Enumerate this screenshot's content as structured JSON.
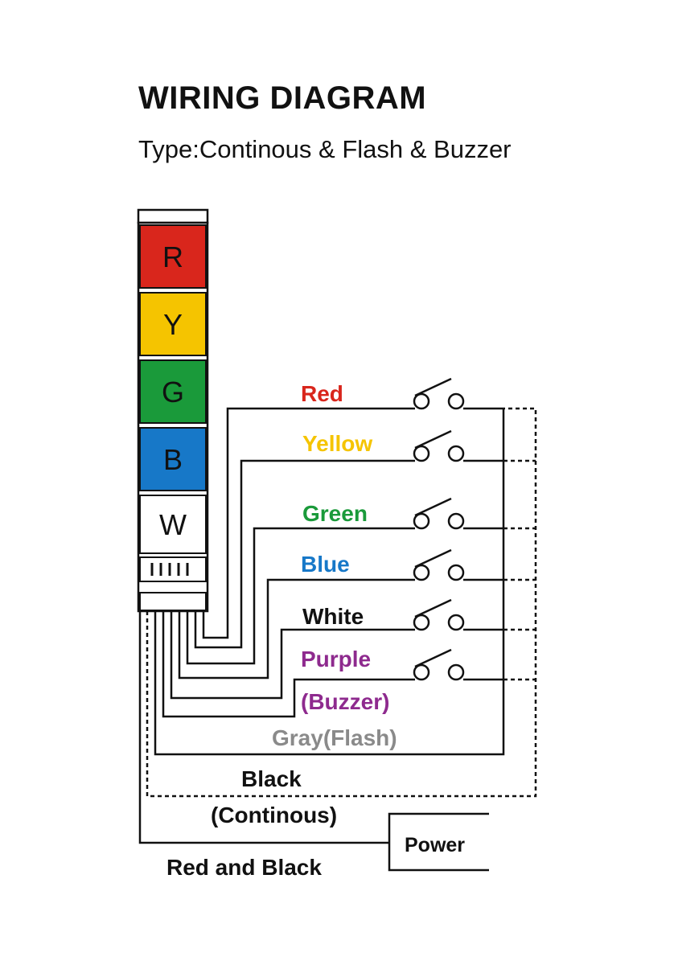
{
  "title": "WIRING DIAGRAM",
  "subtitle": "Type:Continous & Flash & Buzzer",
  "lamp_tower": {
    "tiers": [
      {
        "letter": "R",
        "color": "#d9261c"
      },
      {
        "letter": "Y",
        "color": "#f5c400"
      },
      {
        "letter": "G",
        "color": "#1a9a3a"
      },
      {
        "letter": "B",
        "color": "#1778c8"
      },
      {
        "letter": "W",
        "color": "#ffffff"
      }
    ],
    "buzzer_grille": "IIIII"
  },
  "wires": {
    "red": {
      "label": "Red",
      "color": "#d9261c"
    },
    "yellow": {
      "label": "Yellow",
      "color": "#f5c400"
    },
    "green": {
      "label": "Green",
      "color": "#1a9a3a"
    },
    "blue": {
      "label": "Blue",
      "color": "#1778c8"
    },
    "white": {
      "label": "White",
      "color": "#111111"
    },
    "purple": {
      "label": "Purple",
      "color": "#8e2a8e"
    },
    "buzzer": {
      "label": "(Buzzer)",
      "color": "#8e2a8e"
    },
    "gray_flash": {
      "label": "Gray(Flash)",
      "color": "#8a8a8a"
    },
    "black": {
      "label": "Black",
      "color": "#111111"
    },
    "continous": {
      "label": "(Continous)",
      "color": "#111111"
    },
    "red_and_black": {
      "label": "Red and Black",
      "color": "#111111"
    }
  },
  "power": {
    "label": "Power"
  }
}
